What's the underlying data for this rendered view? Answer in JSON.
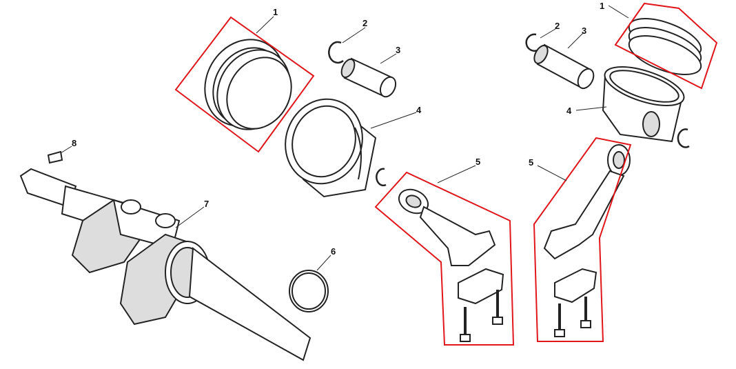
{
  "diagram": {
    "highlight_color": "#e0161b",
    "left_assembly": {
      "labels": [
        "1",
        "2",
        "3",
        "4",
        "5",
        "6",
        "7",
        "8"
      ]
    },
    "right_assembly": {
      "labels": [
        "1",
        "2",
        "3",
        "4",
        "5"
      ]
    }
  }
}
